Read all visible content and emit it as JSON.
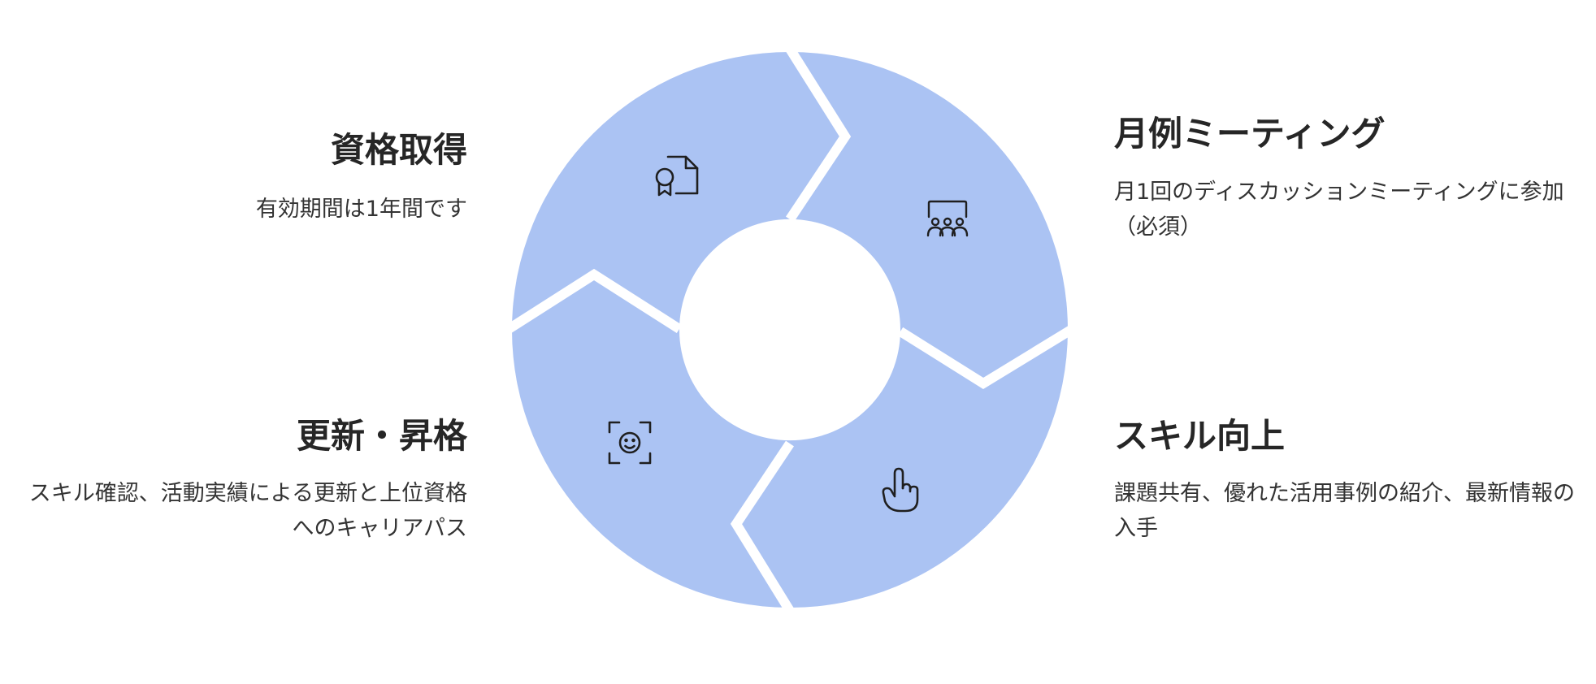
{
  "colors": {
    "segment_fill": "#abc3f3",
    "icon_stroke": "#1f1f1f",
    "text": "#2b2b2b",
    "background": "#ffffff"
  },
  "steps": [
    {
      "id": "top-left",
      "title": "資格取得",
      "description": "有効期間は1年間です",
      "icon": "certificate-icon"
    },
    {
      "id": "top-right",
      "title": "月例ミーティング",
      "description": "月1回のディスカッションミーティングに参加（必須）",
      "icon": "meeting-icon"
    },
    {
      "id": "bottom-right",
      "title": "スキル向上",
      "description": "課題共有、優れた活用事例の紹介、最新情報の入手",
      "icon": "pointing-hand-icon"
    },
    {
      "id": "bottom-left",
      "title": "更新・昇格",
      "description": "スキル確認、活動実績による更新と上位資格へのキャリアパス",
      "icon": "face-scan-icon"
    }
  ]
}
